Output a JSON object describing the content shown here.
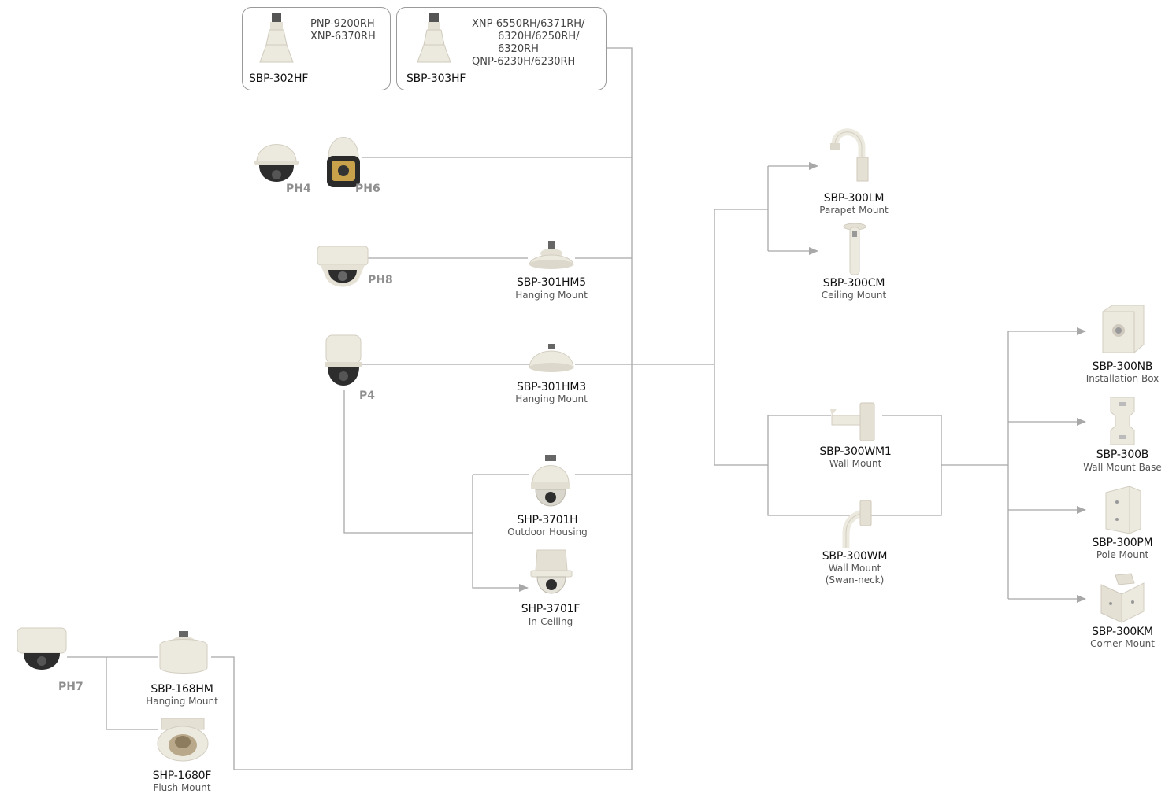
{
  "groups": {
    "sbp302hf": {
      "model": "SBP-302HF",
      "compat": [
        "PNP-9200RH",
        "XNP-6370RH"
      ]
    },
    "sbp303hf": {
      "model": "SBP-303HF",
      "compat": [
        "XNP-6550RH/6371RH/",
        "6320H/6250RH/",
        "6320RH",
        "QNP-6230H/6230RH"
      ]
    }
  },
  "cameras": {
    "ph4": "PH4",
    "ph6": "PH6",
    "ph8": "PH8",
    "p4": "P4",
    "ph7": "PH7"
  },
  "mounts": {
    "sbp301hm5": {
      "model": "SBP-301HM5",
      "desc": "Hanging Mount"
    },
    "sbp301hm3": {
      "model": "SBP-301HM3",
      "desc": "Hanging Mount"
    },
    "shp3701h": {
      "model": "SHP-3701H",
      "desc": "Outdoor Housing"
    },
    "shp3701f": {
      "model": "SHP-3701F",
      "desc": "In-Ceiling"
    },
    "sbp168hm": {
      "model": "SBP-168HM",
      "desc": "Hanging Mount"
    },
    "shp1680f": {
      "model": "SHP-1680F",
      "desc": "Flush Mount"
    },
    "sbp300lm": {
      "model": "SBP-300LM",
      "desc": "Parapet Mount"
    },
    "sbp300cm": {
      "model": "SBP-300CM",
      "desc": "Ceiling Mount"
    },
    "sbp300wm1": {
      "model": "SBP-300WM1",
      "desc": "Wall Mount"
    },
    "sbp300wm": {
      "model": "SBP-300WM",
      "desc": "Wall Mount",
      "desc2": "(Swan-neck)"
    },
    "sbp300nb": {
      "model": "SBP-300NB",
      "desc": "Installation Box"
    },
    "sbp300b": {
      "model": "SBP-300B",
      "desc": "Wall Mount Base"
    },
    "sbp300pm": {
      "model": "SBP-300PM",
      "desc": "Pole Mount"
    },
    "sbp300km": {
      "model": "SBP-300KM",
      "desc": "Corner Mount"
    }
  },
  "colors": {
    "line": "#a8a8a8",
    "arrow": "#a8a8a8",
    "product": "#ece9df",
    "shade": "#cfcabd",
    "lens": "#2b2b2b"
  }
}
